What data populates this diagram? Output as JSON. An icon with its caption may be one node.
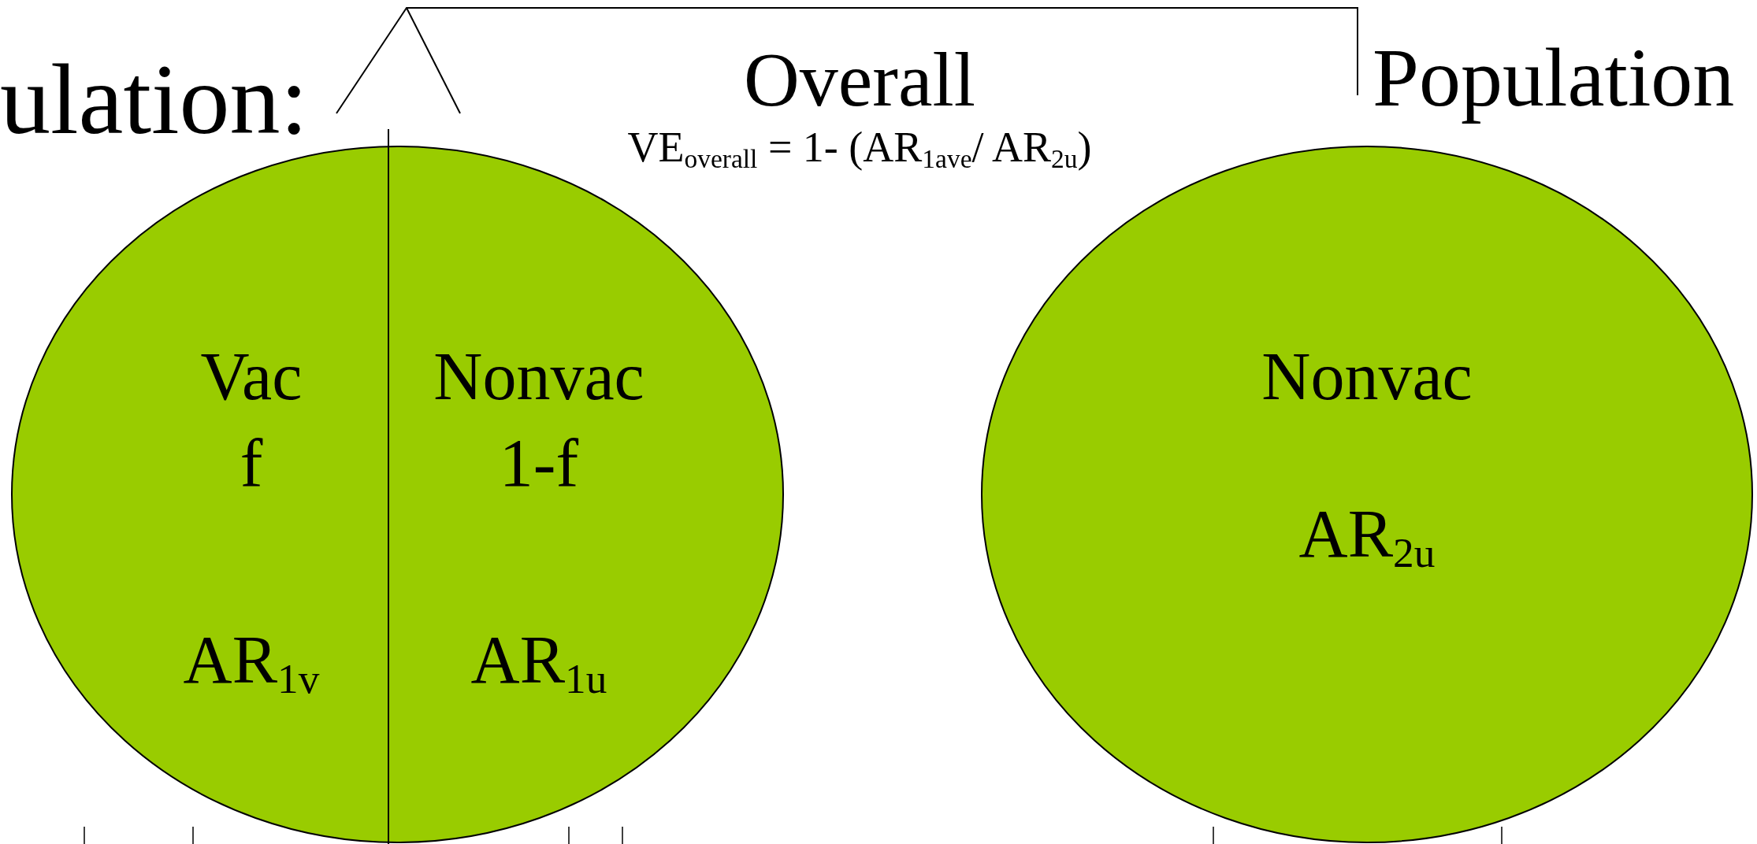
{
  "diagram": {
    "nodes": [
      {
        "text": [],
        "shape": "ellipse"
      },
      {
        "text": [
          "Vac",
          "f",
          "AR$_{1v}$"
        ],
        "in": 0
      },
      {
        "text": [
          "Nonvac",
          "1-f",
          "AR$_{1u}$"
        ],
        "in": 0
      },
      {
        "text": [
          "Nonvac",
          "AR$_{2u}$"
        ]
      }
    ],
    "edges": [],
    "labels": [
      "ulation:",
      "Overall",
      "VE$_{overall}$ = 1- (AR$_{1ave}$/ AR$_{2u}$)",
      "Population"
    ]
  }
}
